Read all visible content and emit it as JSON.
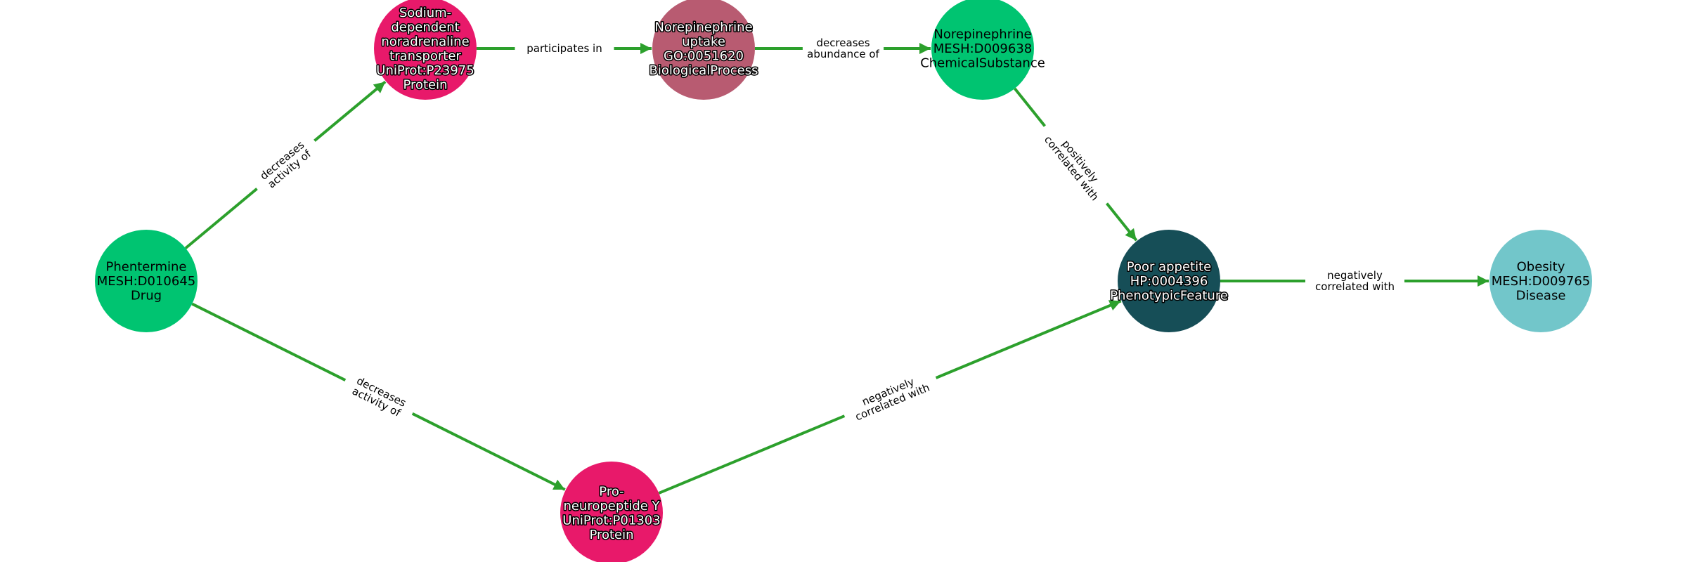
{
  "colors": {
    "edge": "#2ca02c",
    "drug": "#00c471",
    "protein": "#e8196a",
    "biological_process": "#b85b71",
    "chemical": "#00c471",
    "phenotype": "#164e57",
    "disease": "#72c6ca"
  },
  "nodes": [
    {
      "id": "phentermine",
      "lines": [
        "Phentermine",
        "MESH:D010645",
        "Drug"
      ],
      "color": "#00c471",
      "text_style": "dark"
    },
    {
      "id": "sodium",
      "lines": [
        "Sodium-",
        "dependent",
        "noradrenaline",
        "transporter",
        "UniProt:P23975",
        "Protein"
      ],
      "color": "#e8196a",
      "text_style": "light"
    },
    {
      "id": "ne_uptake",
      "lines": [
        "Norepinephrine",
        "uptake",
        "GO:0051620",
        "BiologicalProcess"
      ],
      "color": "#b85b71",
      "text_style": "light"
    },
    {
      "id": "norepinephrine",
      "lines": [
        "Norepinephrine",
        "MESH:D009638",
        "ChemicalSubstance"
      ],
      "color": "#00c471",
      "text_style": "dark"
    },
    {
      "id": "poor_appetite",
      "lines": [
        "Poor appetite",
        "HP:0004396",
        "PhenotypicFeature"
      ],
      "color": "#164e57",
      "text_style": "light"
    },
    {
      "id": "obesity",
      "lines": [
        "Obesity",
        "MESH:D009765",
        "Disease"
      ],
      "color": "#72c6ca",
      "text_style": "dark"
    },
    {
      "id": "npy",
      "lines": [
        "Pro-",
        "neuropeptide Y",
        "UniProt:P01303",
        "Protein"
      ],
      "color": "#e8196a",
      "text_style": "light"
    }
  ],
  "edges": [
    {
      "source": "phentermine",
      "target": "sodium",
      "label": [
        "decreases",
        "activity of"
      ]
    },
    {
      "source": "sodium",
      "target": "ne_uptake",
      "label": [
        "participates in"
      ]
    },
    {
      "source": "ne_uptake",
      "target": "norepinephrine",
      "label": [
        "decreases",
        "abundance of"
      ]
    },
    {
      "source": "norepinephrine",
      "target": "poor_appetite",
      "label": [
        "positively",
        "correlated with"
      ]
    },
    {
      "source": "poor_appetite",
      "target": "obesity",
      "label": [
        "negatively",
        "correlated with"
      ]
    },
    {
      "source": "phentermine",
      "target": "npy",
      "label": [
        "decreases",
        "activity of"
      ]
    },
    {
      "source": "npy",
      "target": "poor_appetite",
      "label": [
        "negatively",
        "correlated with"
      ]
    }
  ]
}
